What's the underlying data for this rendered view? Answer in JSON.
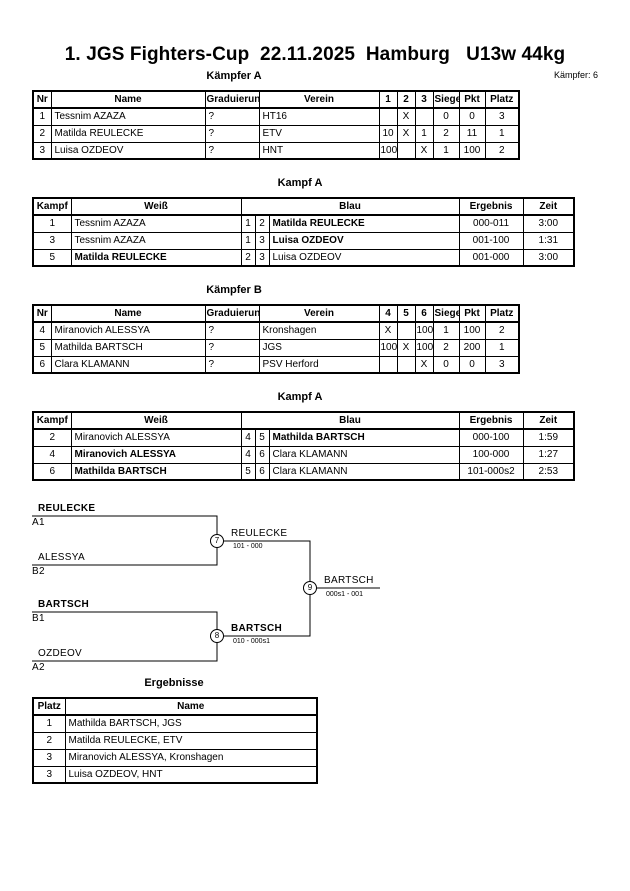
{
  "header": {
    "title": "1. JGS Fighters-Cup  22.11.2025  Hamburg   U13w 44kg",
    "fighter_count": "Kämpfer: 6"
  },
  "pool_a": {
    "title": "Kämpfer A",
    "headers": [
      "Nr",
      "Name",
      "Graduierung",
      "Verein",
      "1",
      "2",
      "3",
      "Siege",
      "Pkt",
      "Platz"
    ],
    "rows": [
      {
        "nr": "1",
        "name": "Tessnim AZAZA",
        "grad": "?",
        "verein": "HT16",
        "m1": "",
        "m2": "X",
        "m3": "",
        "siege": "0",
        "pkt": "0",
        "platz": "3"
      },
      {
        "nr": "2",
        "name": "Matilda REULECKE",
        "grad": "?",
        "verein": "ETV",
        "m1": "10",
        "m2": "X",
        "m3": "1",
        "siege": "2",
        "pkt": "11",
        "platz": "1"
      },
      {
        "nr": "3",
        "name": "Luisa OZDEOV",
        "grad": "?",
        "verein": "HNT",
        "m1": "100",
        "m2": "",
        "m3": "X",
        "siege": "1",
        "pkt": "100",
        "platz": "2"
      }
    ]
  },
  "kampf_a": {
    "title": "Kampf A",
    "headers": [
      "Kampf",
      "Weiß",
      "Blau",
      "Ergebnis",
      "Zeit"
    ],
    "rows": [
      {
        "kampf": "1",
        "weiss": "Tessnim AZAZA",
        "wn": "1",
        "bn": "2",
        "blau": "Matilda REULECKE",
        "ergebnis": "000-011",
        "zeit": "3:00",
        "winner": "blau"
      },
      {
        "kampf": "3",
        "weiss": "Tessnim AZAZA",
        "wn": "1",
        "bn": "3",
        "blau": "Luisa OZDEOV",
        "ergebnis": "001-100",
        "zeit": "1:31",
        "winner": "blau"
      },
      {
        "kampf": "5",
        "weiss": "Matilda REULECKE",
        "wn": "2",
        "bn": "3",
        "blau": "Luisa OZDEOV",
        "ergebnis": "001-000",
        "zeit": "3:00",
        "winner": "weiss"
      }
    ]
  },
  "pool_b": {
    "title": "Kämpfer B",
    "headers": [
      "Nr",
      "Name",
      "Graduierung",
      "Verein",
      "4",
      "5",
      "6",
      "Siege",
      "Pkt",
      "Platz"
    ],
    "rows": [
      {
        "nr": "4",
        "name": "Miranovich ALESSYA",
        "grad": "?",
        "verein": "Kronshagen",
        "m1": "X",
        "m2": "",
        "m3": "100",
        "siege": "1",
        "pkt": "100",
        "platz": "2"
      },
      {
        "nr": "5",
        "name": "Mathilda BARTSCH",
        "grad": "?",
        "verein": "JGS",
        "m1": "100",
        "m2": "X",
        "m3": "100",
        "siege": "2",
        "pkt": "200",
        "platz": "1"
      },
      {
        "nr": "6",
        "name": "Clara KLAMANN",
        "grad": "?",
        "verein": "PSV Herford",
        "m1": "",
        "m2": "",
        "m3": "X",
        "siege": "0",
        "pkt": "0",
        "platz": "3"
      }
    ]
  },
  "kampf_b": {
    "title": "Kampf A",
    "headers": [
      "Kampf",
      "Weiß",
      "Blau",
      "Ergebnis",
      "Zeit"
    ],
    "rows": [
      {
        "kampf": "2",
        "weiss": "Miranovich ALESSYA",
        "wn": "4",
        "bn": "5",
        "blau": "Mathilda BARTSCH",
        "ergebnis": "000-100",
        "zeit": "1:59",
        "winner": "blau"
      },
      {
        "kampf": "4",
        "weiss": "Miranovich ALESSYA",
        "wn": "4",
        "bn": "6",
        "blau": "Clara KLAMANN",
        "ergebnis": "100-000",
        "zeit": "1:27",
        "winner": "weiss"
      },
      {
        "kampf": "6",
        "weiss": "Mathilda BARTSCH",
        "wn": "5",
        "bn": "6",
        "blau": "Clara KLAMANN",
        "ergebnis": "101-000s2",
        "zeit": "2:53",
        "winner": "weiss"
      }
    ]
  },
  "bracket": {
    "sf1_top_name": "REULECKE",
    "sf1_top_seed": "A1",
    "sf1_bottom_name": "ALESSYA",
    "sf1_bottom_seed": "B2",
    "sf2_top_name": "BARTSCH",
    "sf2_top_seed": "B1",
    "sf2_bottom_name": "OZDEOV",
    "sf2_bottom_seed": "A2",
    "node7": "7",
    "node8": "8",
    "node9": "9",
    "sf1_winner": "REULECKE",
    "sf1_score": "101 - 000",
    "sf2_winner": "BARTSCH",
    "sf2_score": "010 - 000s1",
    "final_winner": "BARTSCH",
    "final_score": "000s1 - 001"
  },
  "results": {
    "title": "Ergebnisse",
    "headers": [
      "Platz",
      "Name"
    ],
    "rows": [
      {
        "platz": "1",
        "name": "Mathilda BARTSCH, JGS"
      },
      {
        "platz": "2",
        "name": "Matilda REULECKE, ETV"
      },
      {
        "platz": "3",
        "name": "Miranovich ALESSYA, Kronshagen"
      },
      {
        "platz": "3",
        "name": "Luisa OZDEOV, HNT"
      }
    ]
  }
}
